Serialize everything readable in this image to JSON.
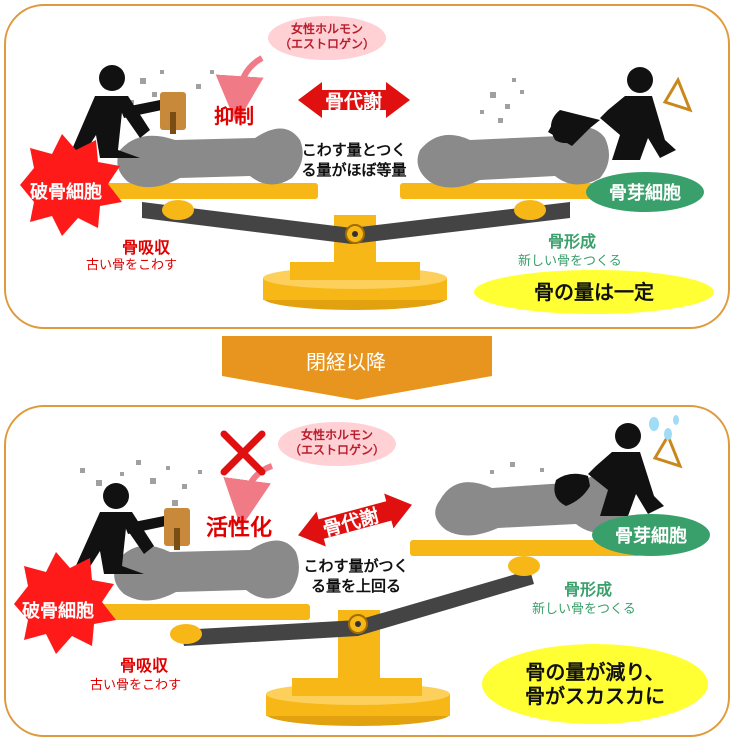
{
  "top": {
    "hormone": {
      "line1": "女性ホルモン",
      "line2": "（エストロゲン）"
    },
    "effect": "抑制",
    "metabolism": "骨代謝",
    "balance_note_line1": "こわす量とつく",
    "balance_note_line2": "る量がほぼ等量",
    "osteoclast": "破骨細胞",
    "osteoblast": "骨芽細胞",
    "resorption_title": "骨吸収",
    "resorption_sub": "古い骨をこわす",
    "formation_title": "骨形成",
    "formation_sub": "新しい骨をつくる",
    "result": "骨の量は一定"
  },
  "transition": "閉経以降",
  "bottom": {
    "hormone": {
      "line1": "女性ホルモン",
      "line2": "（エストロゲン）"
    },
    "effect": "活性化",
    "metabolism": "骨代謝",
    "balance_note_line1": "こわす量がつく",
    "balance_note_line2": "る量を上回る",
    "osteoclast": "破骨細胞",
    "osteoblast": "骨芽細胞",
    "resorption_title": "骨吸収",
    "resorption_sub": "古い骨をこわす",
    "formation_title": "骨形成",
    "formation_sub": "新しい骨をつくる",
    "result_line1": "骨の量が減り、",
    "result_line2": "骨がスカスカに"
  },
  "colors": {
    "panel_border": "#e09a3e",
    "red_label": "#e00000",
    "green_label": "#3aa06b",
    "scale_gold": "#f7b717",
    "bone_gray": "#8a8a8a",
    "hormone_bubble": "#ffd0d4",
    "result_bubble": "#ffff33"
  },
  "icons": [
    "hammer-worker-icon",
    "shovel-worker-icon",
    "cross-mark-icon",
    "sweat-icon"
  ]
}
